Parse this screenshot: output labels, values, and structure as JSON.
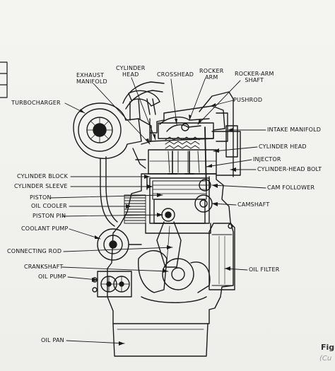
{
  "diagram": {
    "labels": {
      "exhaust_manifold": [
        "EXHAUST",
        "MANIFOLD"
      ],
      "cylinder_head_top": [
        "CYLINDER",
        "HEAD"
      ],
      "crosshead": "CROSSHEAD",
      "rocker_arm": [
        "ROCKER",
        "ARM"
      ],
      "rocker_arm_shaft": [
        "ROCKER-ARM",
        "SHAFT"
      ],
      "pushrod": "PUSHROD",
      "turbocharger": "TURBOCHARGER",
      "intake_manifold": "INTAKE MANIFOLD",
      "cylinder_head": "CYLINDER HEAD",
      "injector": "INJECTOR",
      "cylinder_head_bolt": "CYLINDER-HEAD BOLT",
      "cylinder_block": "CYLINDER BLOCK",
      "cylinder_sleeve": "CYLINDER SLEEVE",
      "cam_follower": "CAM FOLLOWER",
      "piston": "PISTON",
      "oil_cooler": "OIL COOLER",
      "camshaft": "CAMSHAFT",
      "piston_pin": "PISTON PIN",
      "coolant_pump": "COOLANT PUMP",
      "connecting_rod": "CONNECTING ROD",
      "crankshaft": "CRANKSHAFT",
      "oil_filter": "OIL FILTER",
      "oil_pump": "OIL PUMP",
      "oil_pan": "OIL PAN"
    },
    "caption": {
      "fig": "Fig",
      "sub": "(Cu"
    }
  }
}
